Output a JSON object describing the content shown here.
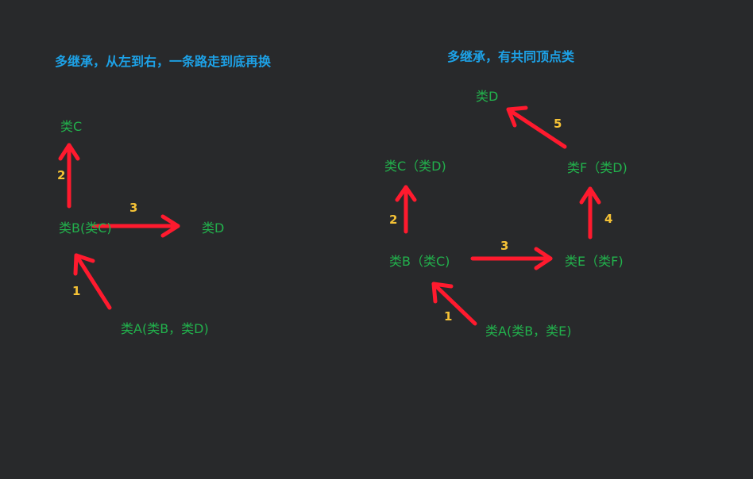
{
  "left": {
    "title": "多继承，从左到右，一条路走到底再换",
    "nodes": {
      "c": "类C",
      "b": "类B(类C)",
      "d": "类D",
      "a": "类A(类B，类D)"
    },
    "steps": [
      "1",
      "2",
      "3"
    ]
  },
  "right": {
    "title": "多继承，有共同顶点类",
    "nodes": {
      "d": "类D",
      "c": "类C（类D)",
      "f": "类F（类D)",
      "b": "类B（类C)",
      "e": "类E（类F)",
      "a": "类A(类B，类E)"
    },
    "steps": [
      "1",
      "2",
      "3",
      "4",
      "5"
    ]
  },
  "colors": {
    "background": "#28292b",
    "title": "#1da1e6",
    "node": "#22b14c",
    "step_number": "#f5c236",
    "arrow": "#ff1a2e"
  }
}
